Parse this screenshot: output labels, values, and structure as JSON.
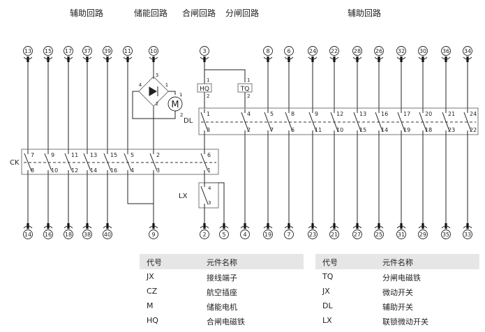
{
  "header": {
    "sections": [
      {
        "id": "aux-left",
        "label": "辅助回路"
      },
      {
        "id": "storage",
        "label": "储能回路"
      },
      {
        "id": "close",
        "label": "合闸回路"
      },
      {
        "id": "open",
        "label": "分闸回路"
      },
      {
        "id": "aux-right",
        "label": "辅助回路"
      }
    ]
  },
  "diagram": {
    "top_terminals": [
      "13",
      "15",
      "17",
      "37",
      "39",
      "11",
      "10",
      "3",
      "8",
      "6",
      "24",
      "22",
      "28",
      "26",
      "32",
      "30",
      "36",
      "34"
    ],
    "bottom_terminals": [
      "14",
      "16",
      "18",
      "38",
      "40",
      "9",
      "2",
      "5",
      "4",
      "19",
      "7",
      "23",
      "21",
      "27",
      "25",
      "31",
      "29",
      "35",
      "33"
    ],
    "components": {
      "ck": "CK",
      "dl": "DL",
      "lx": "LX",
      "hq": "HQ",
      "tq": "TQ",
      "motor": "M"
    },
    "ck_top_pins": [
      "7",
      "9",
      "11",
      "13",
      "15",
      "5",
      "2",
      "6"
    ],
    "ck_bottom_pins": [
      "8",
      "10",
      "12",
      "14",
      "16",
      "4",
      "3",
      "1"
    ],
    "dl_top_pins": [
      "1",
      "4",
      "5",
      "8",
      "9",
      "12",
      "13",
      "16",
      "17",
      "20",
      "21",
      "24"
    ],
    "dl_bottom_pins": [
      "3",
      "2",
      "7",
      "6",
      "11",
      "10",
      "15",
      "14",
      "19",
      "18",
      "23",
      "22"
    ],
    "lx_pins": [
      "4",
      "3"
    ],
    "coil_pins": [
      "1",
      "2"
    ],
    "bridge_pins": [
      "3",
      "4",
      "1",
      "2"
    ],
    "motor_pins": [
      "1",
      "2"
    ]
  },
  "legend": {
    "tables": [
      {
        "header": {
          "code": "代号",
          "name": "元件名称"
        },
        "rows": [
          {
            "code": "JX",
            "name": "接线端子"
          },
          {
            "code": "CZ",
            "name": "航空插座"
          },
          {
            "code": "M",
            "name": "储能电机"
          },
          {
            "code": "HQ",
            "name": "合闸电磁铁"
          }
        ]
      },
      {
        "header": {
          "code": "代号",
          "name": "元件名称"
        },
        "rows": [
          {
            "code": "TQ",
            "name": "分闸电磁铁"
          },
          {
            "code": "JX",
            "name": "微动开关"
          },
          {
            "code": "DL",
            "name": "辅助开关"
          },
          {
            "code": "LX",
            "name": "联锁微动开关"
          }
        ]
      }
    ]
  }
}
